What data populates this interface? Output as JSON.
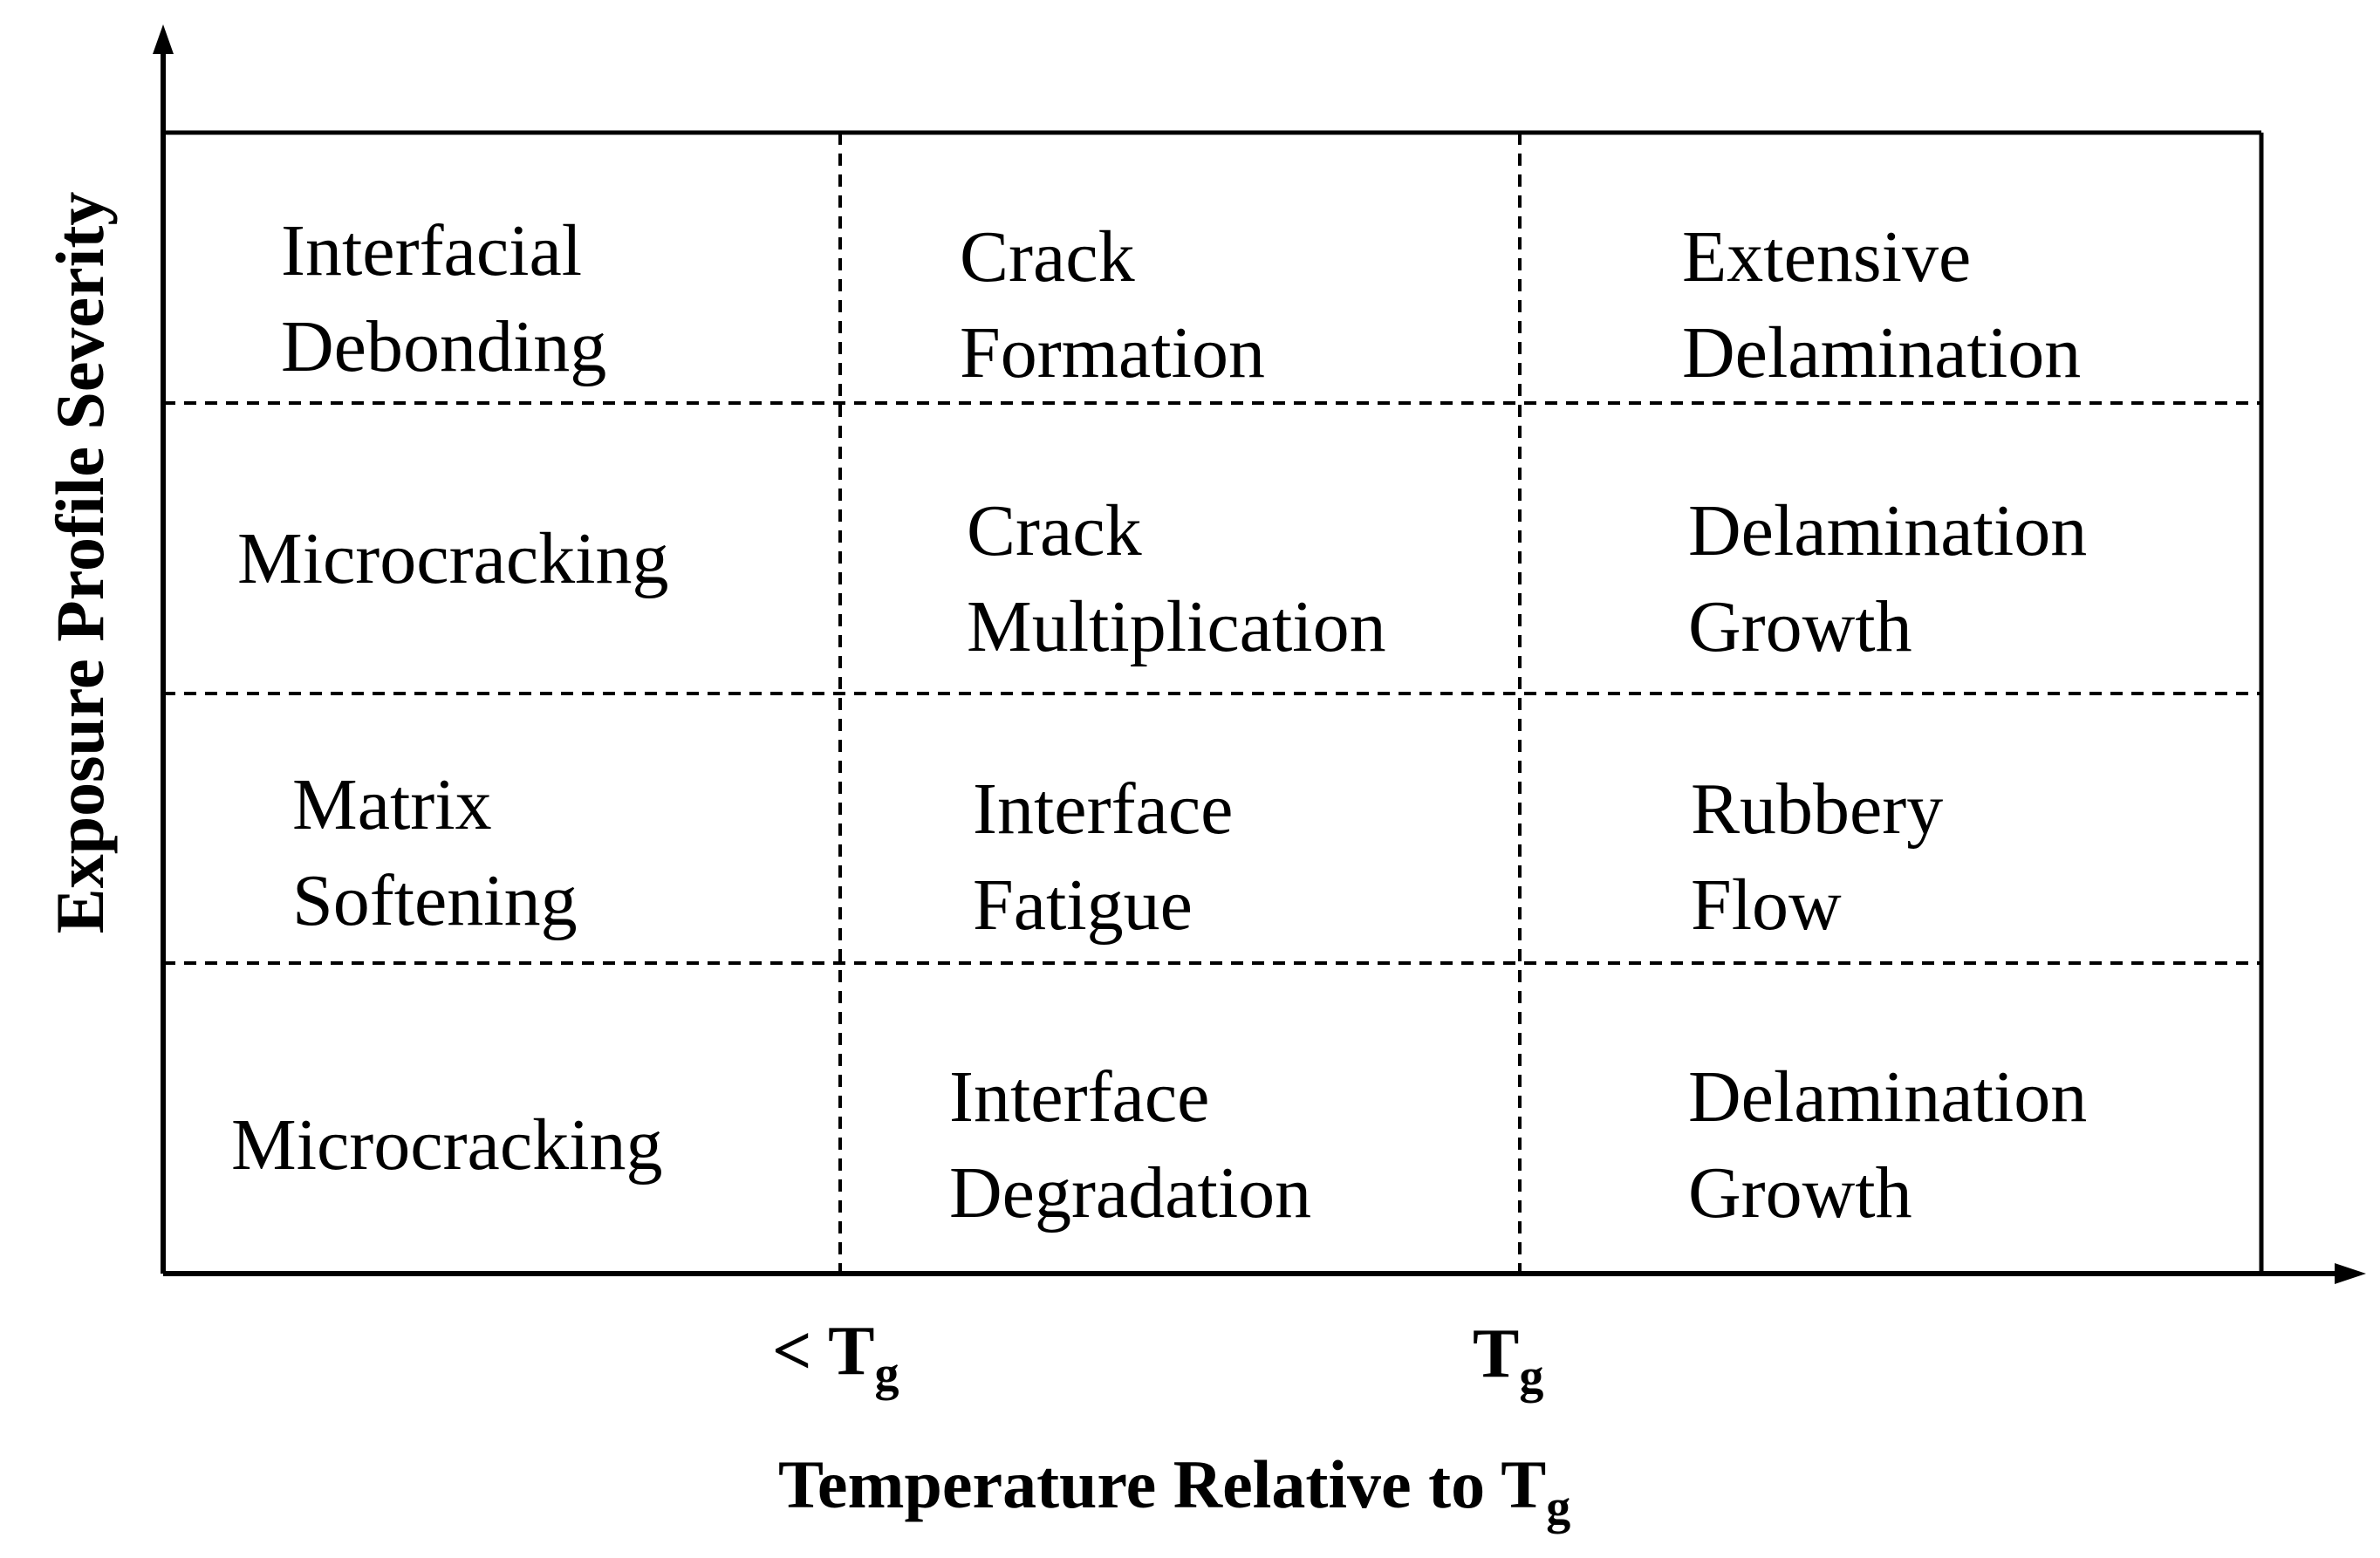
{
  "diagram": {
    "y_axis_title": "Exposure Profile Severity",
    "x_axis_title": {
      "main": "Temperature Relative to T",
      "subscript": "g"
    },
    "x_ticks": [
      {
        "main": "< T",
        "subscript": "g"
      },
      {
        "main": "T",
        "subscript": "g"
      }
    ],
    "rows": [
      [
        {
          "lines": [
            "Interfacial",
            "Debonding"
          ]
        },
        {
          "lines": [
            "Crack",
            "Formation"
          ]
        },
        {
          "lines": [
            "Extensive",
            "Delamination"
          ]
        }
      ],
      [
        {
          "lines": [
            "Microcracking"
          ]
        },
        {
          "lines": [
            "Crack",
            "Multiplication"
          ]
        },
        {
          "lines": [
            "Delamination",
            "Growth"
          ]
        }
      ],
      [
        {
          "lines": [
            "Matrix",
            "Softening"
          ]
        },
        {
          "lines": [
            "Interface",
            "Fatigue"
          ]
        },
        {
          "lines": [
            "Rubbery",
            "Flow"
          ]
        }
      ],
      [
        {
          "lines": [
            "Microcracking"
          ]
        },
        {
          "lines": [
            "Interface",
            "Degradation"
          ]
        },
        {
          "lines": [
            "Delamination",
            "Growth"
          ]
        }
      ]
    ]
  }
}
